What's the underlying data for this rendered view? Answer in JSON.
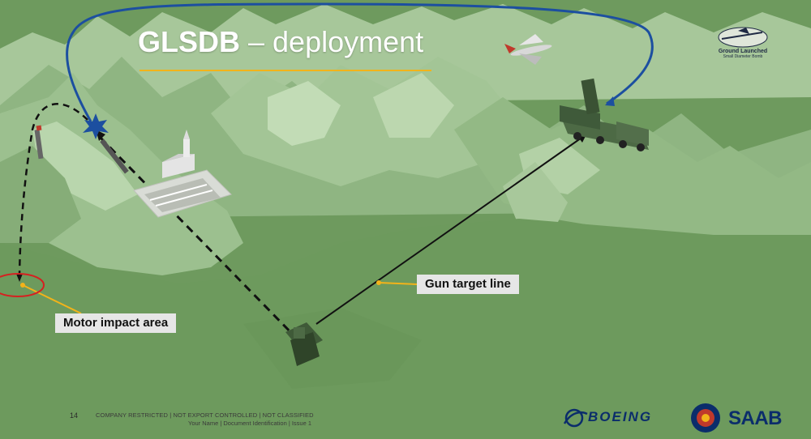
{
  "slide": {
    "title_bold": "GLSDB",
    "title_rest": " – deployment",
    "page_number": "14",
    "classification": "COMPANY RESTRICTED | NOT EXPORT CONTROLLED | NOT CLASSIFIED",
    "doc_line": "Your Name | Document Identification | Issue  1"
  },
  "callouts": {
    "gun_target": "Gun target line",
    "motor_impact": "Motor impact area"
  },
  "badge": {
    "line1": "Ground Launched",
    "line2": "Small Diameter Bomb"
  },
  "logos": {
    "boeing": "BOEING",
    "saab": "SAAB"
  },
  "colors": {
    "terrain": "#6f9a5f",
    "trajectory_blue": "#1c4fa0",
    "callout_yellow": "#f2b31a",
    "impact_ring": "#d62020",
    "brand_navy": "#0b2d6b"
  },
  "icons": [
    "mountain-terrain",
    "launcher-vehicle",
    "radar-truck",
    "glide-bomb-icon",
    "church-icon",
    "cemetery-icon",
    "burst-icon",
    "rocket-motor-icon"
  ]
}
